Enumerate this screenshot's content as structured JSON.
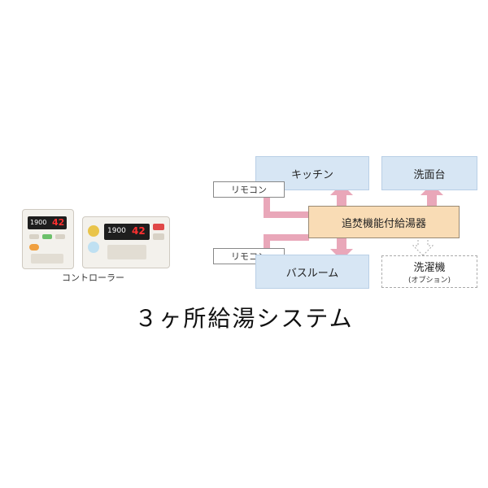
{
  "rooms": {
    "kitchen": "キッチン",
    "washbasin": "洗面台",
    "bathroom": "バスルーム"
  },
  "heater_label": "追焚機能付給湯器",
  "remote_labels": [
    "リモコン",
    "リモコン"
  ],
  "washer": {
    "label": "洗濯機",
    "note": "(オプション)"
  },
  "controller_label": "コントローラー",
  "title": "３ヶ所給湯システム",
  "remote_displays": {
    "kitchen_remote": [
      "1900",
      "42"
    ],
    "bath_remote": [
      "1900",
      "42"
    ]
  },
  "colors": {
    "pipe": "#e9a7b9",
    "room_fill": "#d7e6f4",
    "heater_fill": "#f9dcb5"
  }
}
